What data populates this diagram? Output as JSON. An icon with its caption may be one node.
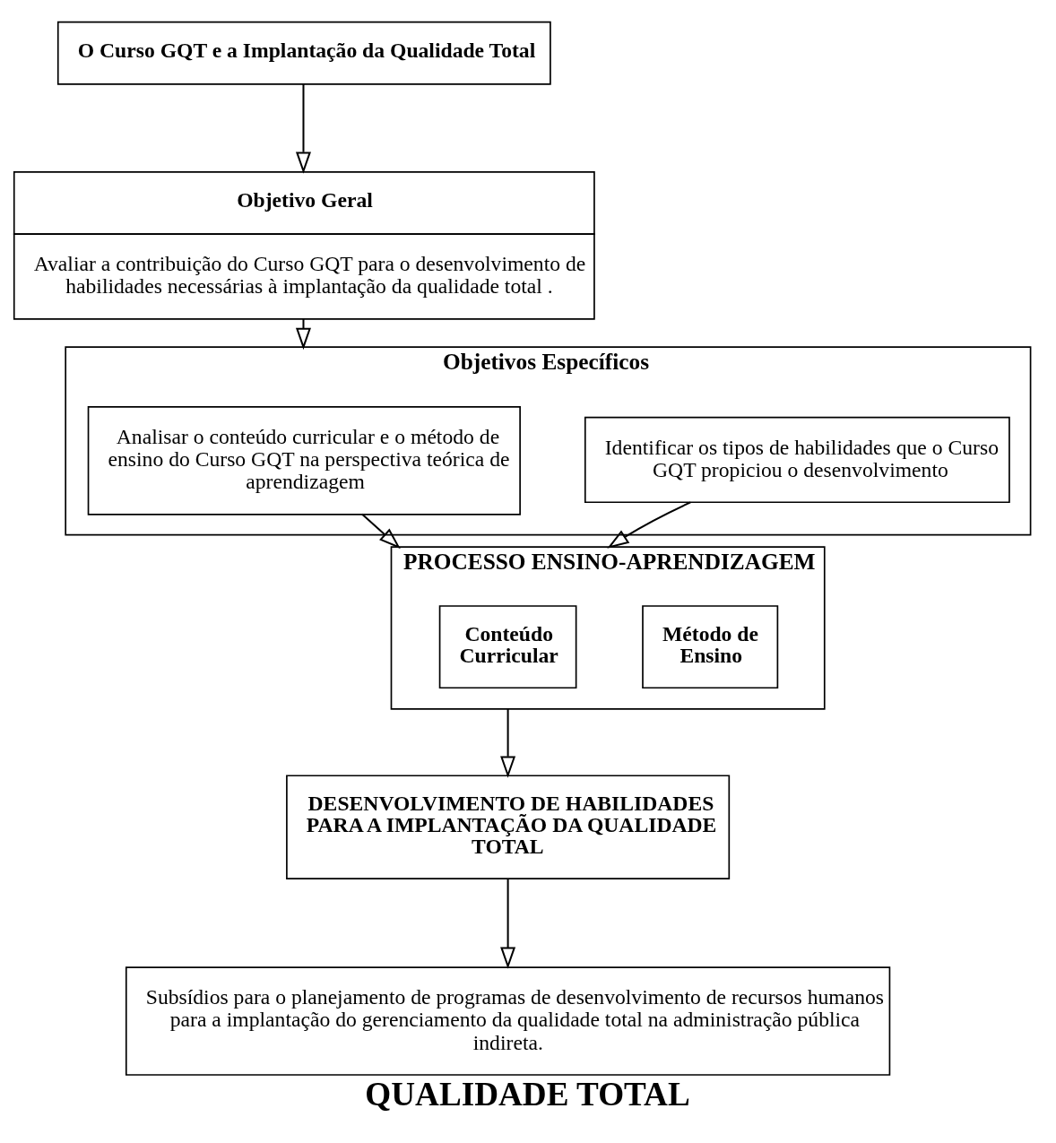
{
  "diagram": {
    "caption": "QUALIDADE TOTAL",
    "nodes": [
      {
        "text": [
          "O Curso GQT e a Implantação da Qualidade Total"
        ]
      },
      {
        "text": [
          "Objetivo Geral",
          "Avaliar a contribuição do Curso GQT para o desenvolvimento de habilidades necessárias à implantação da qualidade total ."
        ]
      },
      {
        "text": [
          "Objetivos Específicos"
        ]
      },
      {
        "text": [
          "Analisar o conteúdo curricular e o método de ensino do Curso GQT na perspectiva teórica de aprendizagem"
        ],
        "in": 2
      },
      {
        "text": [
          "Identificar os tipos de habilidades que o Curso GQT propiciou o desenvolvimento"
        ],
        "in": 2
      },
      {
        "text": [
          "PROCESSO ENSINO-APRENDIZAGEM"
        ]
      },
      {
        "text": [
          "Conteúdo Curricular"
        ],
        "in": 5
      },
      {
        "text": [
          "Método de Ensino"
        ],
        "in": 5
      },
      {
        "text": [
          "DESENVOLVIMENTO DE HABILIDADES PARA A IMPLANTAÇÃO DA QUALIDADE TOTAL"
        ]
      },
      {
        "text": [
          "Subsídios para o planejamento de programas de desenvolvimento de recursos humanos para a implantação do gerenciamento da qualidade total na administração pública indireta."
        ]
      }
    ],
    "edges": [
      {
        "from": 0,
        "to": 1,
        "arrow": "to"
      },
      {
        "from": 1,
        "to": 2,
        "arrow": "to"
      },
      {
        "from": 3,
        "to": 5,
        "arrow": "to"
      },
      {
        "from": 4,
        "to": 5,
        "arrow": "to"
      },
      {
        "from": 5,
        "to": 8,
        "arrow": "to"
      },
      {
        "from": 8,
        "to": 9,
        "arrow": "to"
      }
    ]
  }
}
